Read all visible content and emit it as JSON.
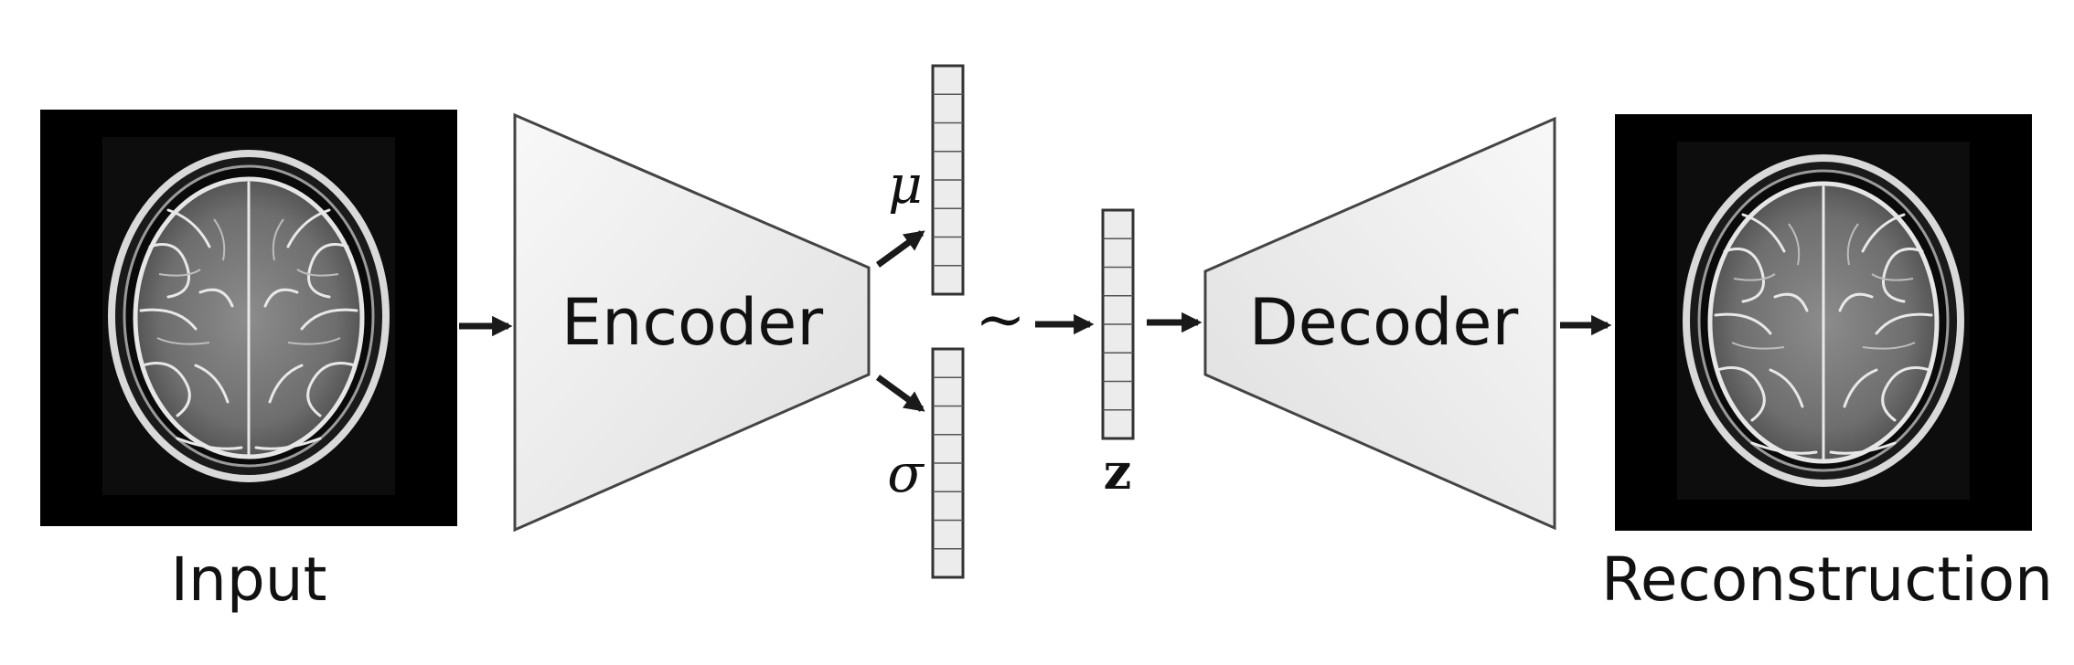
{
  "labels": {
    "input": "Input",
    "encoder": "Encoder",
    "mu": "μ",
    "sigma": "σ",
    "sample": "∼",
    "z": "z",
    "decoder": "Decoder",
    "reconstruction": "Reconstruction"
  },
  "latent": {
    "mu_cells": 8,
    "sigma_cells": 8,
    "z_cells": 8
  },
  "colors": {
    "image_bg": "#000000",
    "block_fill_light": "#fafafa",
    "block_fill_dark": "#dcdcdc",
    "vector_fill": "#ececec",
    "arrow": "#1a1a1a"
  },
  "icons": {
    "input_image": "brain-mri-icon",
    "output_image": "brain-mri-icon"
  }
}
